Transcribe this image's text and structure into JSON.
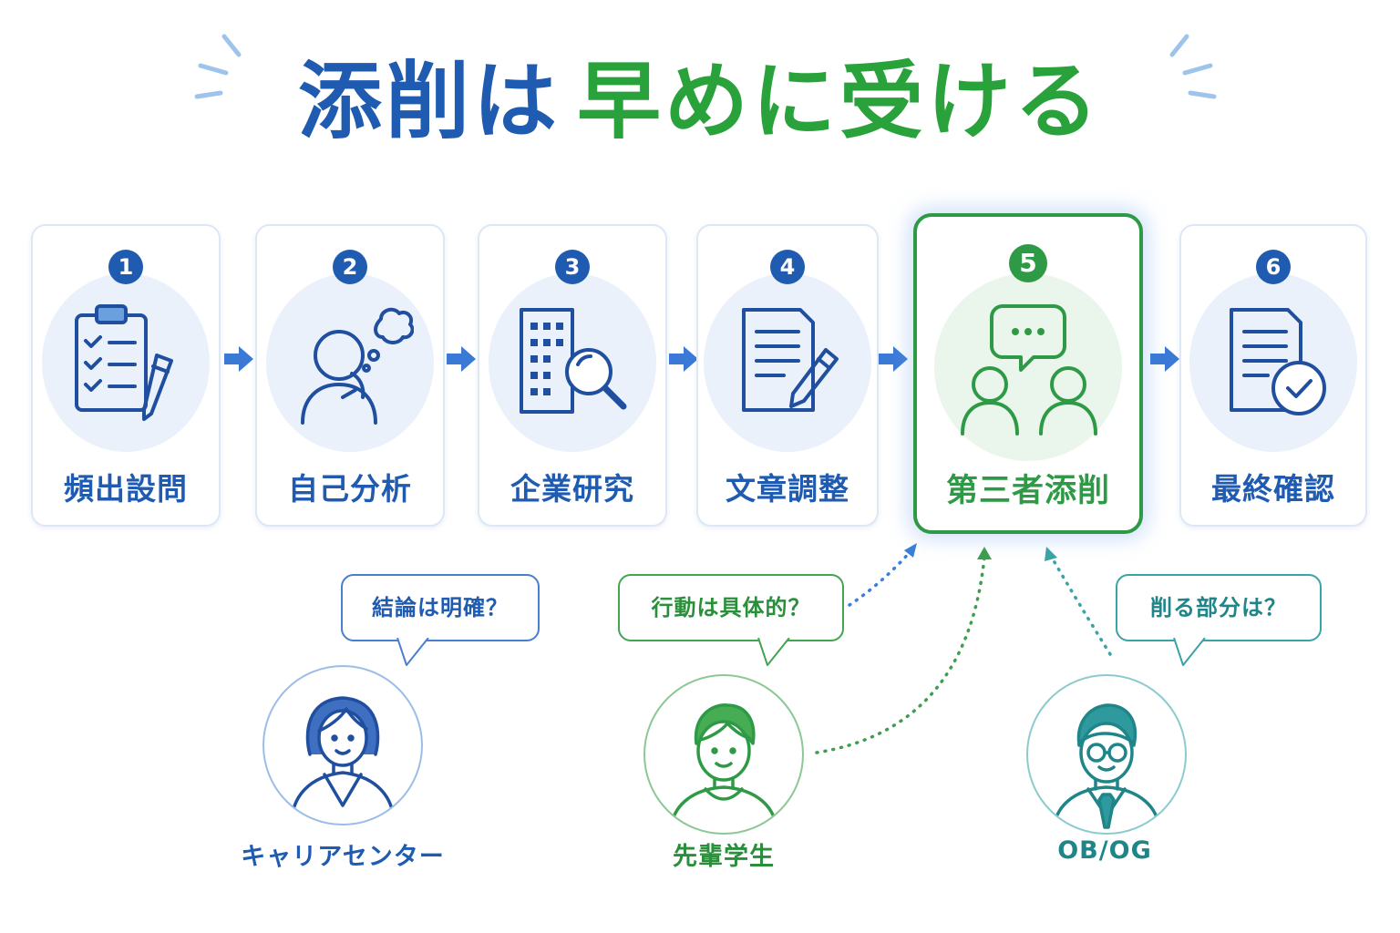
{
  "title": {
    "part1": "添削は",
    "part2": "早めに受ける"
  },
  "colors": {
    "blue": "#1f5bb0",
    "green": "#2aa23c",
    "teal": "#1f8589"
  },
  "steps": [
    {
      "number": "1",
      "label": "頻出設問",
      "icon": "clipboard-checklist-icon"
    },
    {
      "number": "2",
      "label": "自己分析",
      "icon": "thinking-person-icon"
    },
    {
      "number": "3",
      "label": "企業研究",
      "icon": "building-magnifier-icon"
    },
    {
      "number": "4",
      "label": "文章調整",
      "icon": "document-pencil-icon"
    },
    {
      "number": "5",
      "label": "第三者添削",
      "icon": "people-speech-icon",
      "active": true
    },
    {
      "number": "6",
      "label": "最終確認",
      "icon": "document-check-icon"
    }
  ],
  "advisors": [
    {
      "question": "結論は明確？",
      "label": "キャリアセンター",
      "icon": "career-center-woman-icon"
    },
    {
      "question": "行動は具体的？",
      "label": "先輩学生",
      "icon": "senior-student-icon"
    },
    {
      "question": "削る部分は？",
      "label": "OB/OG",
      "icon": "alumni-man-glasses-icon"
    }
  ]
}
